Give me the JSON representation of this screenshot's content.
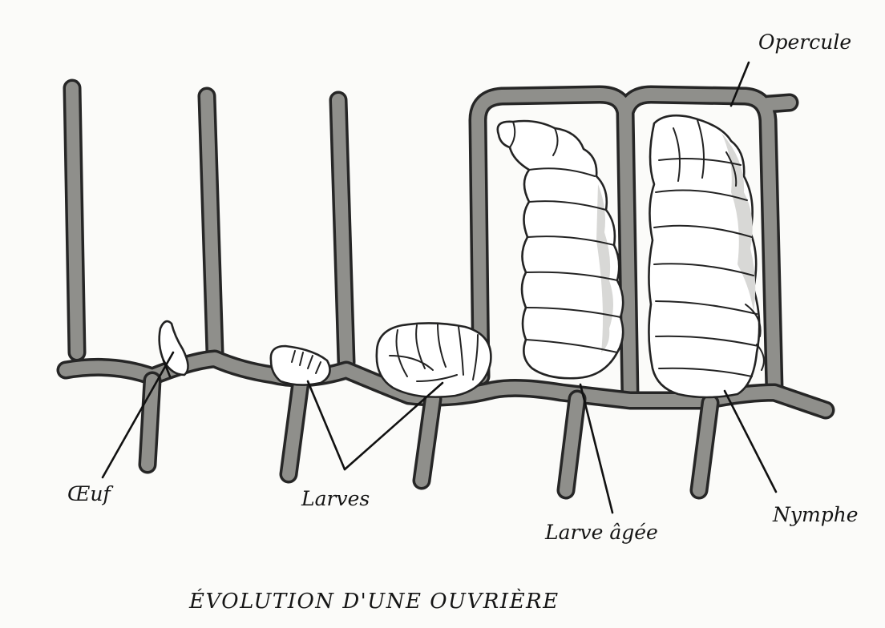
{
  "labels": {
    "opercule": "Opercule",
    "oeuf": "Œuf",
    "larves": "Larves",
    "larve_agee": "Larve âgée",
    "nymphe": "Nymphe"
  },
  "caption": "ÉVOLUTION D'UNE OUVRIÈRE"
}
